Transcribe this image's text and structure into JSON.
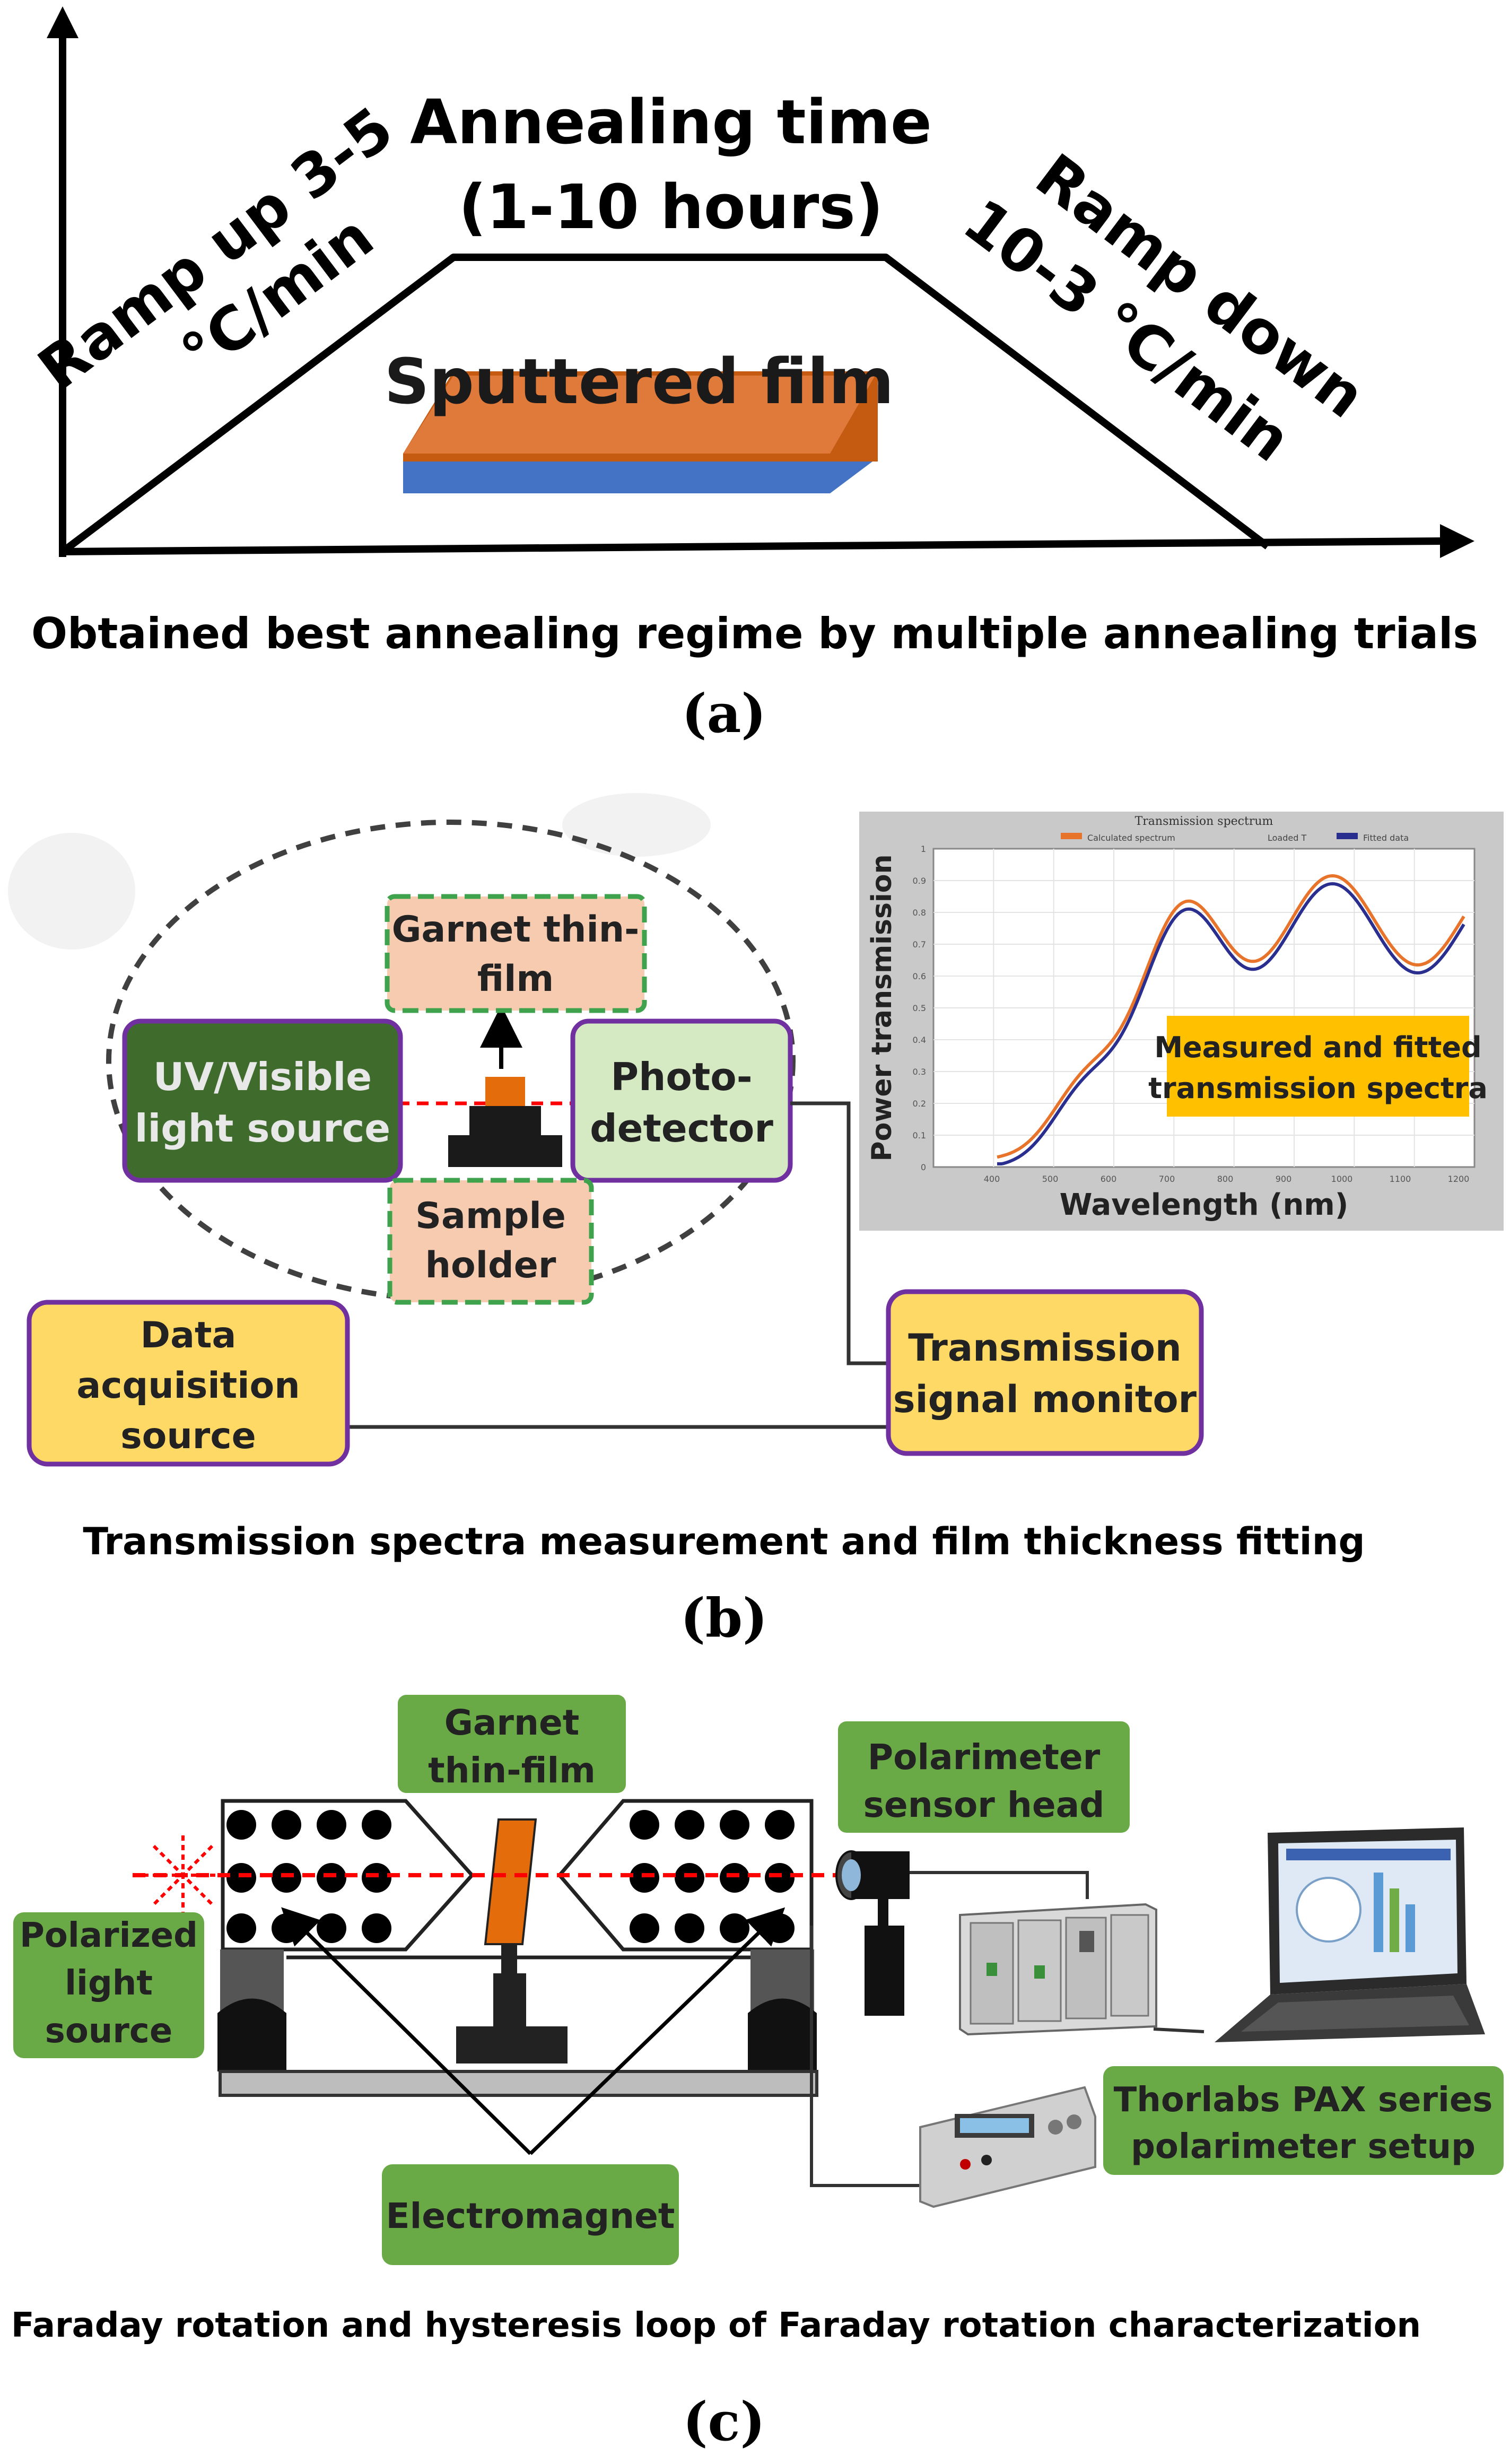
{
  "panel_a": {
    "annealing_title": "Annealing time",
    "annealing_hours": "(1-10 hours)",
    "ramp_up_line1": "Ramp up 3-5",
    "ramp_up_line2": "°C/min",
    "ramp_down_line1": "Ramp down",
    "ramp_down_line2": "10-3 °C/min",
    "film_label": "Sputtered film",
    "caption": "Obtained best annealing regime by multiple annealing trials",
    "letter": "(a)"
  },
  "panel_b": {
    "garnet_line1": "Garnet thin-",
    "garnet_line2": "film",
    "uv_line1": "UV/Visible",
    "uv_line2": "light source",
    "photo_line1": "Photo-",
    "photo_line2": "detector",
    "holder_line1": "Sample",
    "holder_line2": "holder",
    "daq_line1": "Data",
    "daq_line2": "acquisition",
    "daq_line3": "source",
    "monitor_line1": "Transmission",
    "monitor_line2": "signal monitor",
    "caption": "Transmission spectra measurement and film thickness fitting",
    "letter": "(b)",
    "spectrum": {
      "inset_title": "Transmission spectrum",
      "legend_calc": "Calculated spectrum",
      "legend_loaded": "Loaded T",
      "legend_meas": "Fitted data",
      "ylabel": "Power transmission",
      "xlabel": "Wavelength (nm)",
      "y_ticks": [
        "1",
        "0.9",
        "0.8",
        "0.7",
        "0.6",
        "0.5",
        "0.4",
        "0.3",
        "0.2",
        "0.1",
        "0"
      ],
      "x_ticks": [
        "400",
        "500",
        "600",
        "700",
        "800",
        "900",
        "1000",
        "1100",
        "1200"
      ],
      "annotation_line1": "Measured  and  fitted",
      "annotation_line2": "transmission spectra",
      "color_calc": "#e8742c",
      "color_meas": "#2a2f8f"
    }
  },
  "panel_c": {
    "garnet_line1": "Garnet",
    "garnet_line2": "thin-film",
    "sensor_line1": "Polarimeter",
    "sensor_line2": "sensor head",
    "pol_line1": "Polarized",
    "pol_line2": "light",
    "pol_line3": "source",
    "magnet_label": "Electromagnet",
    "thorlabs_line1": "Thorlabs PAX series",
    "thorlabs_line2": "polarimeter setup",
    "caption": "Faraday rotation and hysteresis loop of Faraday rotation characterization",
    "letter": "(c)"
  },
  "colors": {
    "green_box": "#6aaa46",
    "peach_box": "#f7cbb0",
    "dark_green": "#3f6b2c",
    "light_green": "#d5e9c3",
    "yellow_box": "#ffd966",
    "purple_border": "#7030a0",
    "orange": "#e46c0a",
    "film_orange": "#c55a11",
    "film_blue": "#4472c4",
    "laser_red": "#ff0000",
    "annotation_yellow": "#ffc000"
  }
}
